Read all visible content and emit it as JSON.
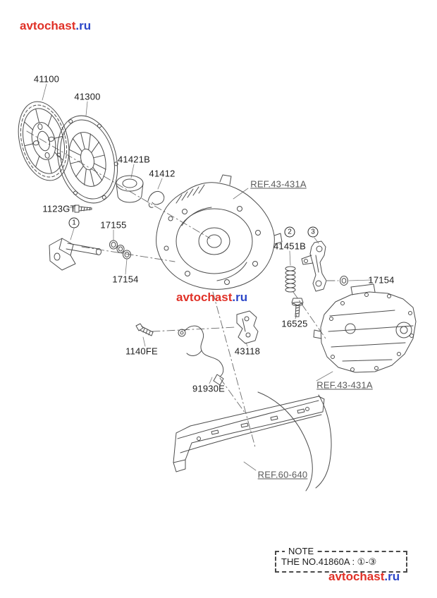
{
  "watermark": {
    "brand": "avtochast",
    "tld": ".ru",
    "brand_color": "#e03127",
    "tld_color": "#2b46c8"
  },
  "colors": {
    "line": "#4d4d4d",
    "label": "#1c1c1c",
    "ref_label": "#5a5a5a"
  },
  "diagram": {
    "part_labels": [
      {
        "text": "41100"
      },
      {
        "text": "41300"
      },
      {
        "text": "41421B"
      },
      {
        "text": "41412"
      },
      {
        "text": "1123GT"
      },
      {
        "text": "17155"
      },
      {
        "text": "17154"
      },
      {
        "text": "41451B"
      },
      {
        "text": "17154"
      },
      {
        "text": "16525"
      },
      {
        "text": "1140FE"
      },
      {
        "text": "43118"
      },
      {
        "text": "91930E"
      }
    ],
    "ref_labels": [
      {
        "text": "REF.43-431A"
      },
      {
        "text": "REF.43-431A"
      },
      {
        "text": "REF.60-640"
      }
    ],
    "callouts": [
      {
        "num": "1"
      },
      {
        "num": "2"
      },
      {
        "num": "3"
      }
    ]
  },
  "note": {
    "title": "NOTE",
    "text": "THE NO.41860A : ①-③"
  }
}
